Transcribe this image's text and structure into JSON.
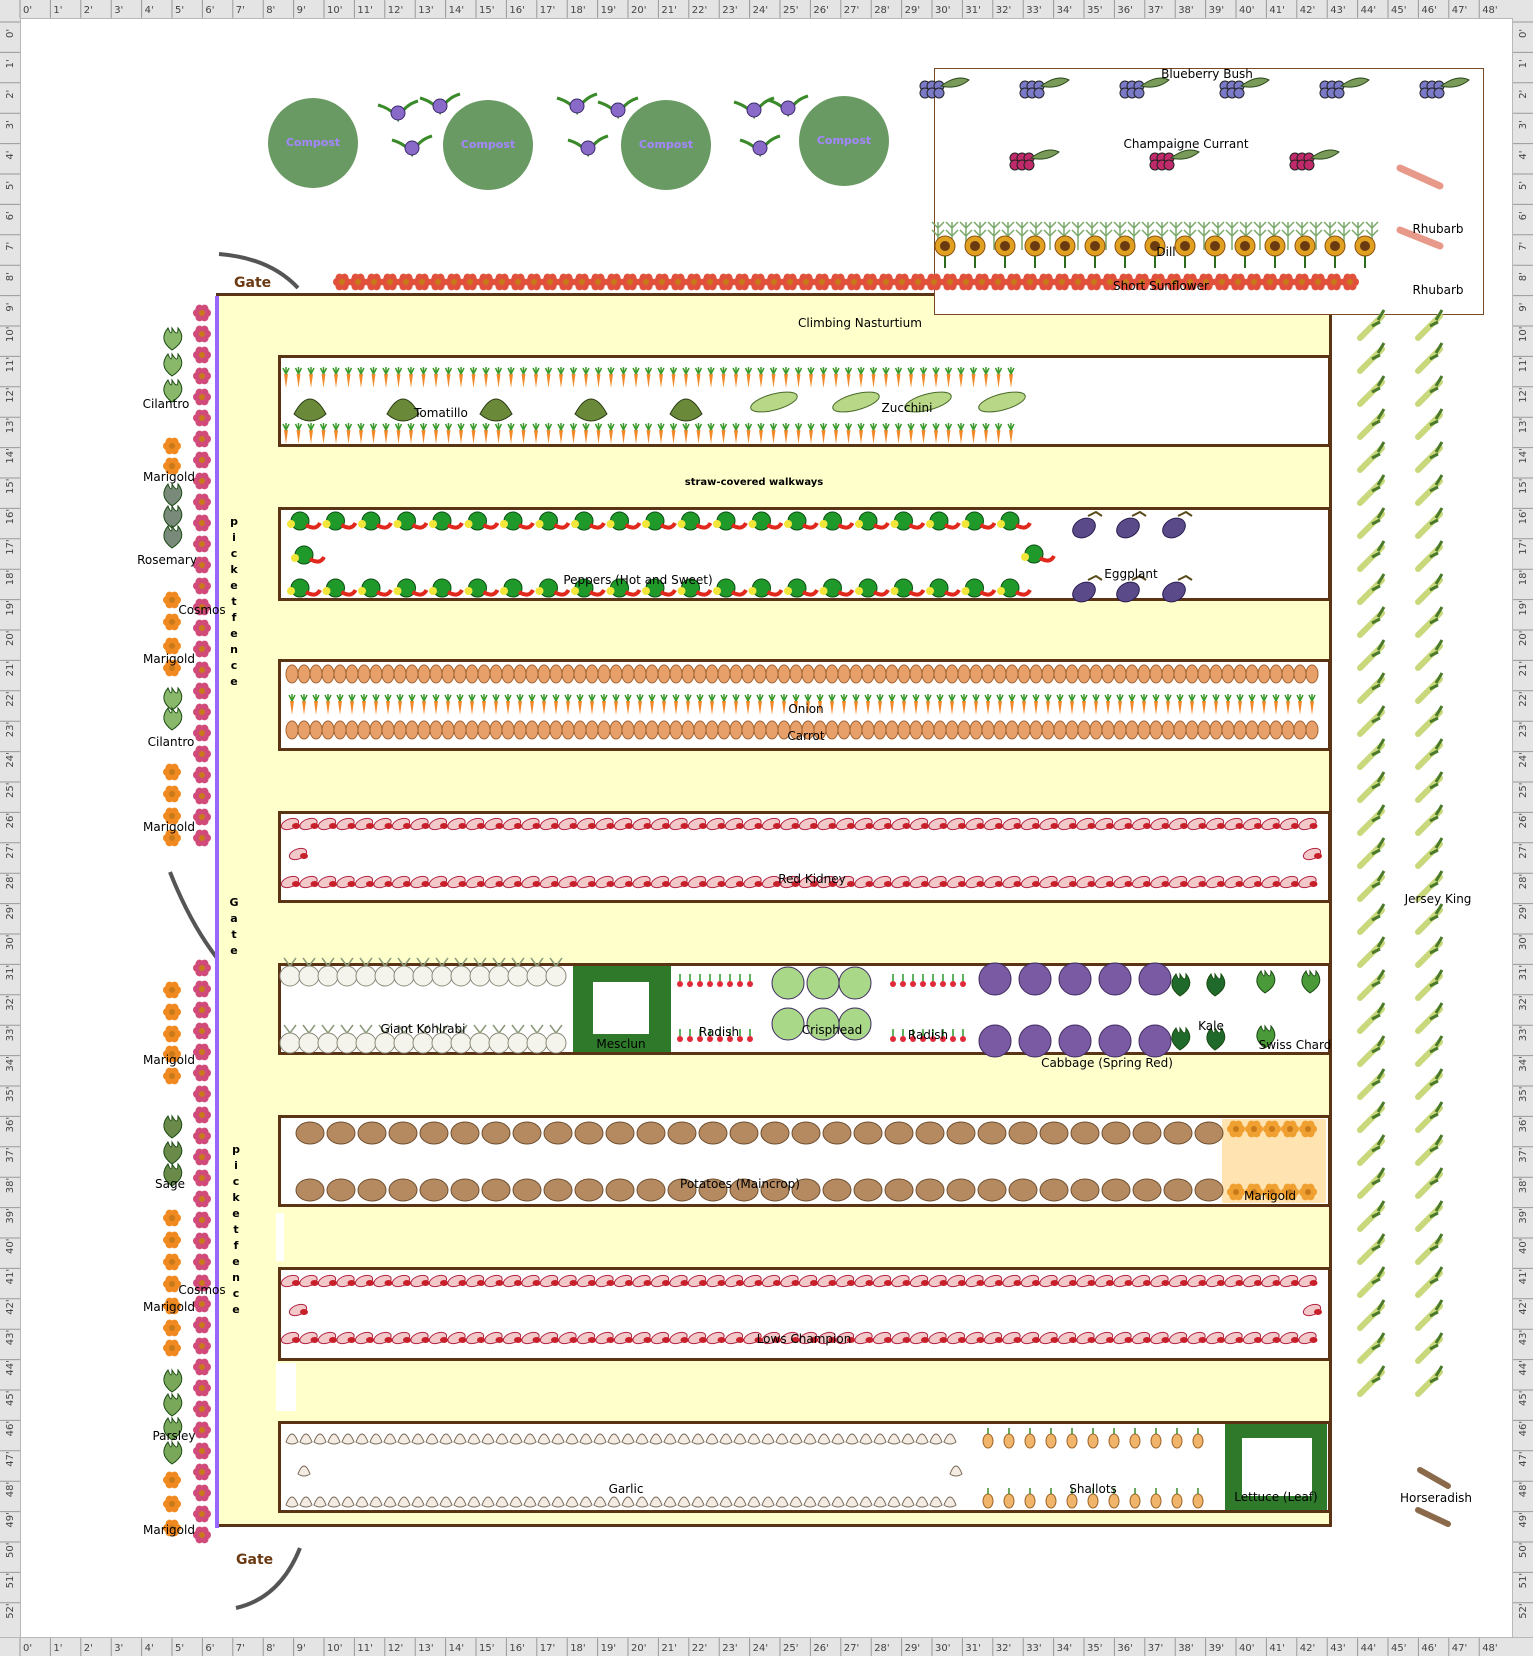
{
  "ruler": {
    "top_ticks": [
      "0'",
      "1'",
      "2'",
      "3'",
      "4'",
      "5'",
      "6'",
      "7'",
      "8'",
      "9'",
      "10'",
      "11'",
      "12'",
      "13'",
      "14'",
      "15'",
      "16'",
      "17'",
      "18'",
      "19'",
      "20'",
      "21'",
      "22'",
      "23'",
      "24'",
      "25'",
      "26'",
      "27'",
      "28'",
      "29'",
      "30'",
      "31'",
      "32'",
      "33'",
      "34'",
      "35'",
      "36'",
      "37'",
      "38'",
      "39'",
      "40'",
      "41'",
      "42'",
      "43'",
      "44'",
      "45'",
      "46'",
      "47'",
      "48'"
    ],
    "side_ticks": [
      "0'",
      "1'",
      "2'",
      "3'",
      "4'",
      "5'",
      "6'",
      "7'",
      "8'",
      "9'",
      "10'",
      "11'",
      "12'",
      "13'",
      "14'",
      "15'",
      "16'",
      "17'",
      "18'",
      "19'",
      "20'",
      "21'",
      "22'",
      "23'",
      "24'",
      "25'",
      "26'",
      "27'",
      "28'",
      "29'",
      "30'",
      "31'",
      "32'",
      "33'",
      "34'",
      "35'",
      "36'",
      "37'",
      "38'",
      "39'",
      "40'",
      "41'",
      "42'",
      "43'",
      "44'",
      "45'",
      "46'",
      "47'",
      "48'",
      "49'",
      "50'",
      "51'",
      "52'"
    ]
  },
  "gates": {
    "top": "Gate",
    "side": "Gate",
    "bottom": "Gate"
  },
  "fence": {
    "upper": "picket fence",
    "lower": "picket fence"
  },
  "compost": {
    "label": "Compost"
  },
  "orchard": {
    "blueberry": "Blueberry Bush",
    "currant": "Champaigne Currant",
    "rhubarb_1": "Rhubarb",
    "rhubarb_2": "Rhubarb",
    "dill": "Dill",
    "sunflower": "Short Sunflower"
  },
  "border": {
    "nasturtium": "Climbing Nasturtium",
    "walkways": "straw-covered walkways",
    "jersey_king": "Jersey King",
    "horseradish": "Horseradish"
  },
  "left_strip": {
    "cilantro_1": "Cilantro",
    "marigold_1": "Marigold",
    "rosemary": "Rosemary",
    "cosmos_1": "Cosmos",
    "marigold_2": "Marigold",
    "cilantro_2": "Cilantro",
    "marigold_3": "Marigold",
    "marigold_4": "Marigold",
    "sage": "Sage",
    "cosmos_2": "Cosmos",
    "marigold_5": "Marigold",
    "parsley": "Parsley",
    "marigold_6": "Marigold"
  },
  "beds": {
    "bed1": {
      "tomatillo": "Tomatillo",
      "zucchini": "Zucchini"
    },
    "bed2": {
      "peppers": "Peppers (Hot and Sweet)",
      "eggplant": "Eggplant"
    },
    "bed3": {
      "onion": "Onion",
      "carrot": "Carrot"
    },
    "bed4": {
      "bean": "Red Kidney"
    },
    "bed5": {
      "kohlrabi": "Giant Kohlrabi",
      "mesclun": "Mesclun",
      "radish_1": "Radish",
      "crisphead": "Crisphead",
      "radish_2": "Radish",
      "cabbage": "Cabbage (Spring Red)",
      "kale": "Kale",
      "chard": "Swiss Chard"
    },
    "bed6": {
      "potatoes": "Potatoes (Maincrop)",
      "marigold": "Marigold"
    },
    "bed7": {
      "bean": "Lows Champion"
    },
    "bed8": {
      "garlic": "Garlic",
      "shallots": "Shallots",
      "lettuce": "Lettuce (Leaf)"
    }
  },
  "colors": {
    "yard_fill": "#ffffcc",
    "bed_border": "#5b3416",
    "fence": "#9966ff",
    "compost": "#6a9a64",
    "compost_text": "#a486ff",
    "gate_text": "#6b3a12"
  }
}
